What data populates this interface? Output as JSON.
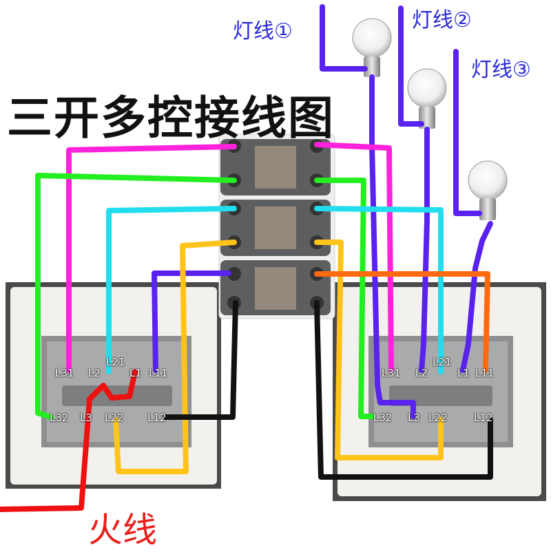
{
  "title": "三开多控接线图",
  "lamp_labels": [
    "灯线①",
    "灯线②",
    "灯线③"
  ],
  "fire_label": "火线",
  "left_switch_terminals": {
    "top": [
      "L31",
      "L2",
      "L21",
      "L1",
      "L11"
    ],
    "bottom": [
      "L32",
      "L3",
      "L22",
      "L12"
    ]
  },
  "right_switch_terminals": {
    "top": [
      "L31",
      "L2",
      "L21",
      "L1",
      "L11"
    ],
    "bottom": [
      "L32",
      "L3",
      "L22",
      "L12"
    ]
  },
  "wire_colors": {
    "magenta": "#ff22dd",
    "green": "#22ee22",
    "cyan": "#22ddee",
    "yellow": "#ffc31a",
    "purple": "#5a22ee",
    "orange": "#ff6a10",
    "black": "#111111",
    "red": "#ee1111"
  }
}
